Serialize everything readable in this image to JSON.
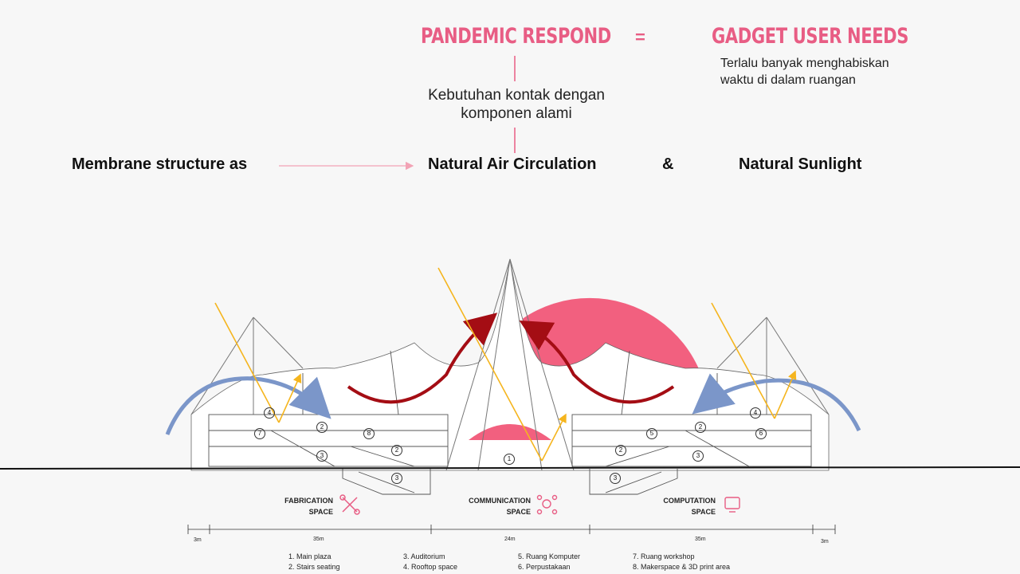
{
  "header": {
    "left_title": "PANDEMIC RESPOND",
    "equals": "=",
    "right_title": "GADGET USER NEEDS",
    "right_sub_line1": "Terlalu banyak menghabiskan",
    "right_sub_line2": "waktu di dalam ruangan",
    "center_sub_line1": "Kebutuhan kontak dengan",
    "center_sub_line2": "komponen alami"
  },
  "row": {
    "left": "Membrane structure as",
    "middle": "Natural Air Circulation",
    "amp": "&",
    "right": "Natural Sunlight"
  },
  "spaces": {
    "fabrication_line1": "FABRICATION",
    "fabrication_line2": "SPACE",
    "communication_line1": "COMMUNICATION",
    "communication_line2": "SPACE",
    "computation_line1": "COMPUTATION",
    "computation_line2": "SPACE"
  },
  "dimensions": {
    "left_small": "3m",
    "left_large": "35m",
    "center": "24m",
    "right_large": "35m",
    "right_small": "3m"
  },
  "room_numbers": [
    "1",
    "2",
    "3",
    "4",
    "5",
    "6",
    "7",
    "8"
  ],
  "legend": {
    "col1": [
      "1.   Main plaza",
      "2.   Stairs seating"
    ],
    "col2": [
      "3.   Auditorium",
      "4.   Rooftop space"
    ],
    "col3": [
      "5.   Ruang Komputer",
      "6.   Perpustakaan"
    ],
    "col4": [
      "7.   Ruang workshop",
      "8.   Makerspace & 3D print area"
    ]
  },
  "colors": {
    "accent_pink": "#e85d84",
    "sun_pink": "#f2607f",
    "sunlight_yellow": "#f5b51e",
    "air_red": "#a40d14",
    "air_blue": "#7b96c9",
    "line_pink": "#f2a3b5"
  }
}
